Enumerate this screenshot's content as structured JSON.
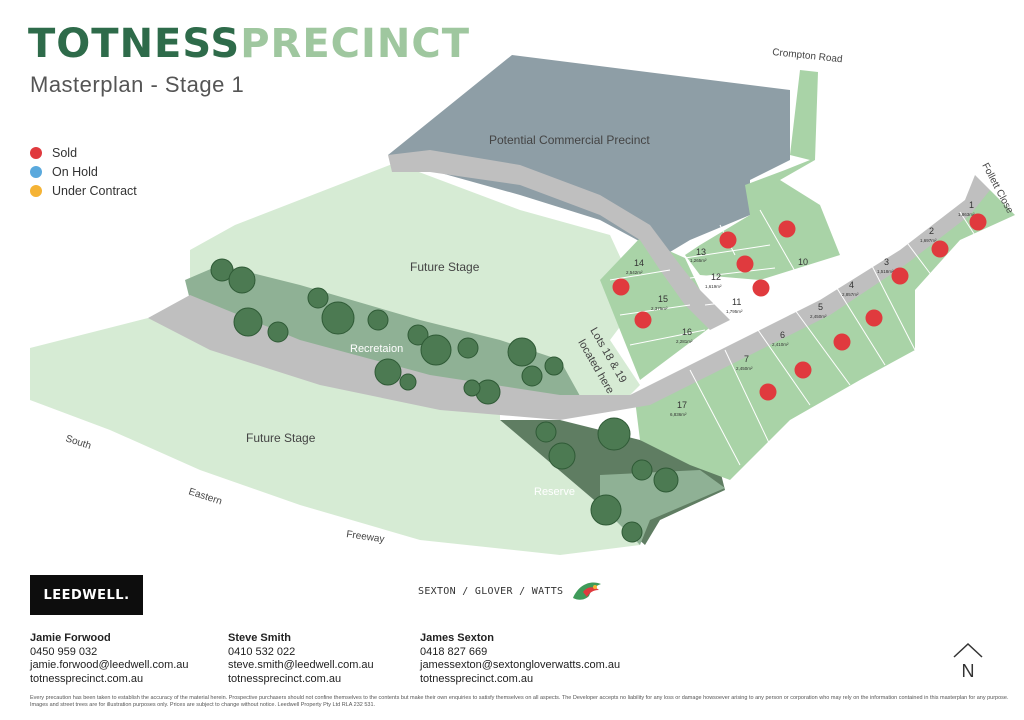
{
  "brand": {
    "part1": "TOTNESS",
    "part2": "PRECINCT"
  },
  "subtitle": "Masterplan - Stage 1",
  "legend": [
    {
      "label": "Sold",
      "color": "#e03a3e"
    },
    {
      "label": "On Hold",
      "color": "#5aa9dd"
    },
    {
      "label": "Under Contract",
      "color": "#f5b335"
    }
  ],
  "map": {
    "labels": {
      "commercial": "Potential Commercial Precinct",
      "future_stage_1": "Future Stage",
      "future_stage_2": "Future Stage",
      "recreation": "Recretaion",
      "reserve": "Reserve",
      "crompton_road": "Crompton Road",
      "follett_close": "Follett Close",
      "lots_note_1": "Lots 18 & 19",
      "lots_note_2": "located here",
      "south": "South",
      "eastern": "Eastern",
      "freeway": "Freeway"
    },
    "lots": [
      {
        "number": "1",
        "area": "1,863m²",
        "status": "Sold"
      },
      {
        "number": "2",
        "area": "1,697m²",
        "status": "Sold"
      },
      {
        "number": "3",
        "area": "1,518m²",
        "status": "Sold"
      },
      {
        "number": "4",
        "area": "2,857m²",
        "status": "Sold"
      },
      {
        "number": "5",
        "area": "2,450m²",
        "status": "Sold"
      },
      {
        "number": "6",
        "area": "2,410m²",
        "status": "Sold"
      },
      {
        "number": "7",
        "area": "2,450m²",
        "status": "Sold"
      },
      {
        "number": "10",
        "area": "",
        "status": "Sold"
      },
      {
        "number": "11",
        "area": "1,795m²",
        "status": "Sold"
      },
      {
        "number": "12",
        "area": "1,619m²",
        "status": "Sold"
      },
      {
        "number": "13",
        "area": "1,265m²",
        "status": "Sold"
      },
      {
        "number": "14",
        "area": "2,542m²",
        "status": "Sold"
      },
      {
        "number": "15",
        "area": "2,375m²",
        "status": "Sold"
      },
      {
        "number": "16",
        "area": "2,281m²",
        "status": ""
      },
      {
        "number": "17",
        "area": "6,836m²",
        "status": ""
      }
    ],
    "north_label": "N"
  },
  "logos": {
    "leedwell": "LEEDWELL.",
    "sgw": "SEXTON / GLOVER / WATTS"
  },
  "contacts": [
    {
      "name": "Jamie Forwood",
      "phone": "0450 959 032",
      "email": "jamie.forwood@leedwell.com.au",
      "web": "totnessprecinct.com.au"
    },
    {
      "name": "Steve Smith",
      "phone": "0410 532 022",
      "email": "steve.smith@leedwell.com.au",
      "web": "totnessprecinct.com.au"
    },
    {
      "name": "James Sexton",
      "phone": "0418 827 669",
      "email": "jamessexton@sextongloverwatts.com.au",
      "web": "totnessprecinct.com.au"
    }
  ],
  "disclaimer": "Every precaution has been taken to establish the accuracy of the material herein. Prospective purchasers should not confine themselves to the contents but make their own enquiries to satisfy themselves on all aspects. The Developer accepts no liability for any loss or damage howsoever arising to any person or corporation who may rely on the information contained in this masterplan for any purpose. Images and street trees are for illustration purposes only. Prices are subject to change without notice. Leedwell Property Pty Ltd RLA 232 531."
}
